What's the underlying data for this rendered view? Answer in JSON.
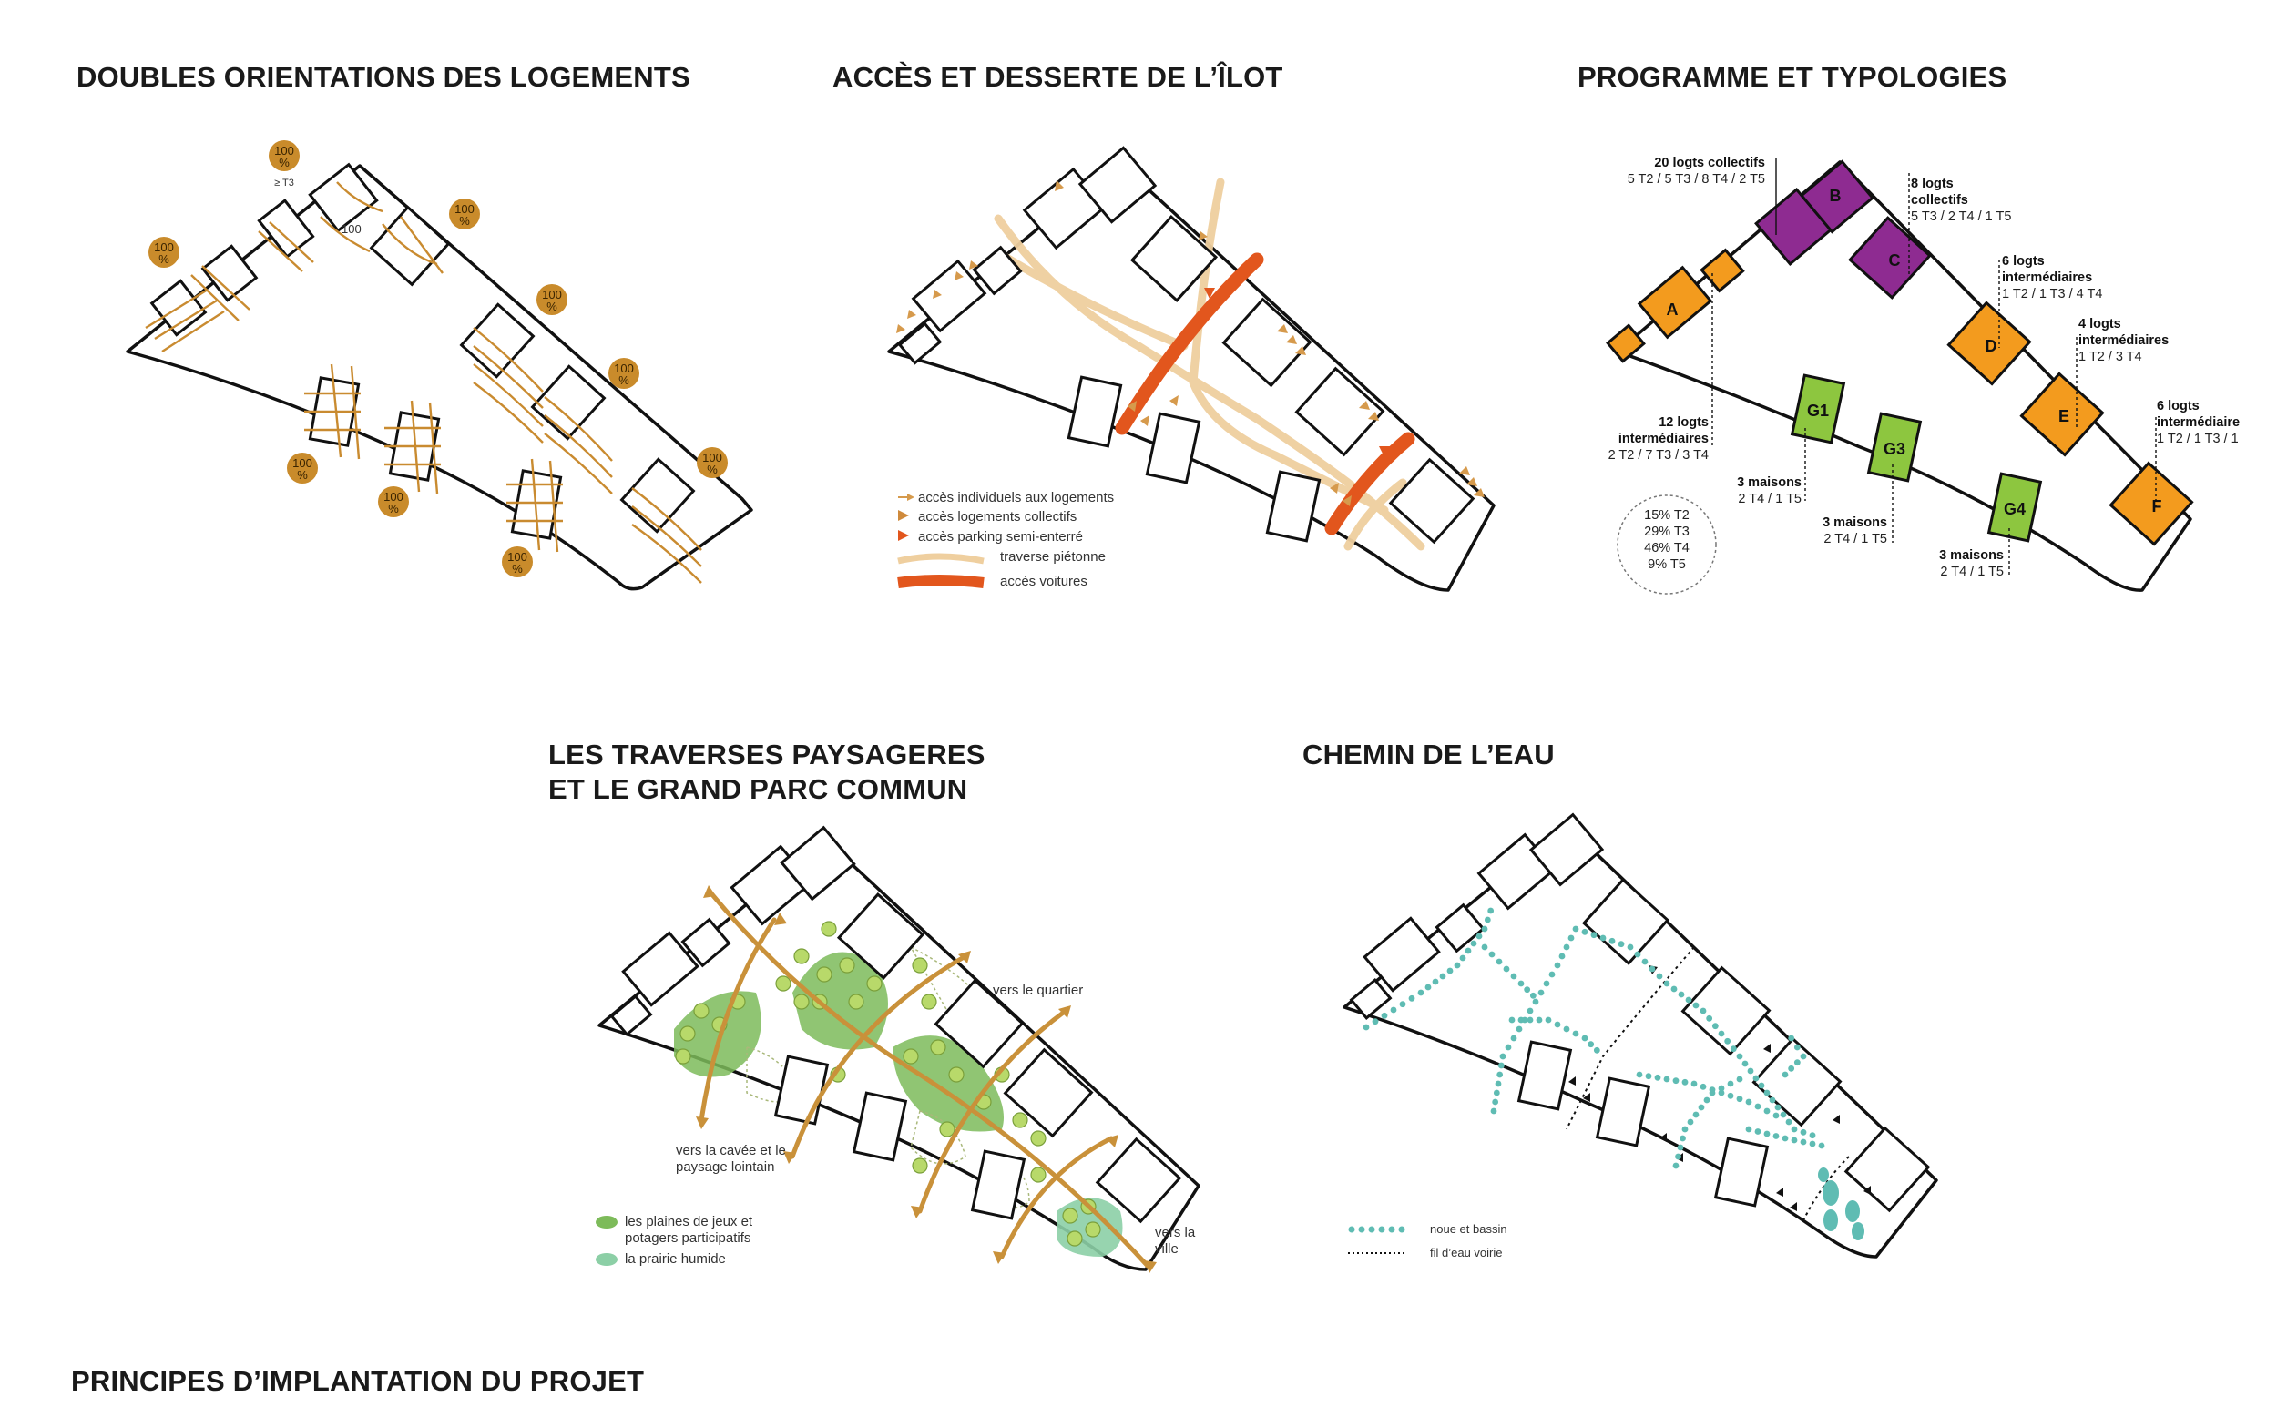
{
  "titles": {
    "t1": "DOUBLES ORIENTATIONS DES LOGEMENTS",
    "t2": "ACCÈS ET DESSERTE DE L’ÎLOT",
    "t3": "PROGRAMME ET TYPOLOGIES",
    "t4a": "LES TRAVERSES PAYSAGERES",
    "t4b": "ET LE GRAND PARC COMMUN",
    "t5": "CHEMIN DE L’EAU",
    "footer": "PRINCIPES D’IMPLANTATION DU PROJET"
  },
  "orientations": {
    "badge": "100",
    "badge_unit": "%",
    "badge_note": "≥ T3"
  },
  "acces": {
    "legend": [
      "accès individuels aux logements",
      "accès logements collectifs",
      "accès parking semi-enterré",
      "traverse piétonne",
      "accès voitures"
    ],
    "colors": {
      "individual": "#d69a4c",
      "collective": "#cf8a3c",
      "parking": "#e2561d",
      "pedestrian": "#efcf9f",
      "cars": "#e2561d"
    }
  },
  "programme": {
    "colors": {
      "collectif": "#8e2b91",
      "intermediaire": "#f39b1e",
      "maison": "#8dc63f"
    },
    "buildings": {
      "A": "A",
      "B": "B",
      "C": "C",
      "D": "D",
      "E": "E",
      "F": "F",
      "G1": "G1",
      "G3": "G3",
      "G4": "G4"
    },
    "labels": {
      "ab_title": "20 logts collectifs",
      "ab_detail": "5 T2 / 5 T3 / 8 T4 / 2 T5",
      "c_l1": "8 logts",
      "c_l2": "collectifs",
      "c_detail": "5 T3 / 2 T4 / 1 T5",
      "d_l1": "6 logts",
      "d_l2": "intermédiaires",
      "d_detail": "1 T2 / 1 T3 / 4 T4",
      "e_l1": "4 logts",
      "e_l2": "intermédiaires",
      "e_detail": "1 T2 / 3 T4",
      "f_l1": "6 logts",
      "f_l2": "intermédiaire",
      "f_detail": "1 T2 / 1 T3 / 1",
      "a_l1": "12 logts",
      "a_l2": "intermédiaires",
      "a_detail": "2 T2 / 7 T3 / 3 T4",
      "g1_title": "3 maisons",
      "g1_detail": "2 T4 / 1 T5",
      "g3_title": "3 maisons",
      "g3_detail": "2 T4 / 1 T5",
      "g4_title": "3 maisons",
      "g4_detail": "2 T4 / 1 T5"
    },
    "mix": [
      "15% T2",
      "29% T3",
      "46% T4",
      "9% T5"
    ]
  },
  "traverses": {
    "labels": {
      "quartier": "vers le quartier",
      "cavee1": "vers la cavée et le",
      "cavee2": "paysage lointain",
      "ville1": "vers la",
      "ville2": "ville"
    },
    "legend": [
      "les plaines de jeux et",
      "potagers participatifs",
      "la prairie humide"
    ],
    "colors": {
      "plaines": "#7dbb5a",
      "prairie": "#8ccfa6",
      "axes": "#c9913a"
    }
  },
  "eau": {
    "legend": [
      "noue et bassin",
      "fil d’eau voirie"
    ],
    "colors": {
      "noue": "#5fbcb3"
    }
  }
}
